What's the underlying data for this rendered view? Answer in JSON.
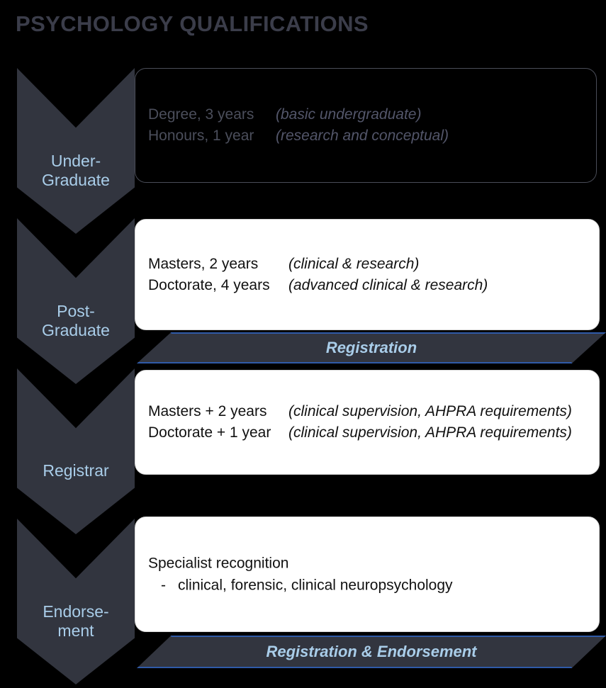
{
  "title": "PSYCHOLOGY QUALIFICATIONS",
  "colors": {
    "background": "#000000",
    "title_text": "#3b3d4a",
    "chevron_fill": "#32353f",
    "chevron_text": "#a9cde9",
    "band_border": "#2f5aa8",
    "band_fill": "#32353f",
    "band_text": "#a9cde9",
    "box_light_fill": "#ffffff",
    "box_dark_fill": "#000000",
    "box_dark_border": "#4a4d58",
    "box_dark_text": "#4b4e5b"
  },
  "stages": [
    {
      "chevron_label": "Under-\nGraduate",
      "box_style": "dark",
      "lines": [
        {
          "term": "Degree, 3 years",
          "note": "(basic undergraduate)"
        },
        {
          "term": "Honours, 1 year",
          "note": "(research and conceptual)"
        }
      ]
    },
    {
      "chevron_label": "Post-\nGraduate",
      "box_style": "light",
      "lines": [
        {
          "term": "Masters, 2 years",
          "note": "(clinical & research)"
        },
        {
          "term": "Doctorate, 4 years",
          "note": "(advanced clinical & research)"
        }
      ]
    },
    {
      "chevron_label": "Registrar",
      "box_style": "light",
      "lines": [
        {
          "term": "Masters + 2 years",
          "note": "(clinical supervision, AHPRA requirements)"
        },
        {
          "term": "Doctorate + 1 year",
          "note": "(clinical supervision, AHPRA requirements)"
        }
      ]
    },
    {
      "chevron_label": "Endorse-\nment",
      "box_style": "light",
      "heading": "Specialist recognition",
      "bullet_dash": "-",
      "bullet": "clinical, forensic, clinical neuropsychology"
    }
  ],
  "bands": [
    {
      "label": "Registration"
    },
    {
      "label": "Registration & Endorsement"
    }
  ]
}
